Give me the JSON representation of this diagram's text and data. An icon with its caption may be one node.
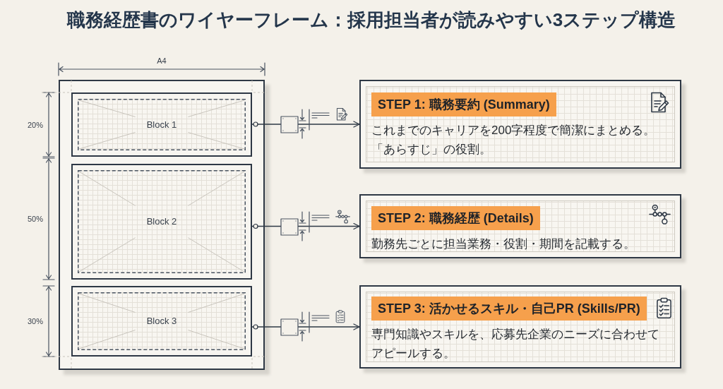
{
  "diagram": {
    "title": "職務経歴書のワイヤーフレーム：採用担当者が読みやすい3ステップ構造",
    "nodes": [
      {
        "text": [],
        "shape": "box"
      },
      {
        "text": [
          "Block 1"
        ],
        "in": 0
      },
      {
        "text": [
          "Block 2"
        ],
        "in": 0
      },
      {
        "text": [
          "Block 3"
        ],
        "in": 0
      },
      {
        "text": [
          "STEP 1: 職務要約 (Summary)",
          "これまでのキャリアを200字程度で簡潔にまとめる。「あらすじ」の役割。"
        ]
      },
      {
        "text": [
          "STEP 2: 職務経歴 (Details)",
          "勤務先ごとに担当業務・役割・期間を記載する。"
        ]
      },
      {
        "text": [
          "STEP 3: 活かせるスキル・自己PR (Skills/PR)",
          "専門知識やスキルを、応募先企業のニーズに合わせてアピールする。"
        ]
      }
    ],
    "edges": [
      {
        "from": 1,
        "to": 4,
        "arrow": "to"
      },
      {
        "from": 2,
        "to": 5,
        "arrow": "to"
      },
      {
        "from": 3,
        "to": 6,
        "arrow": "to"
      }
    ],
    "labels": [
      "A4",
      "20%",
      "50%",
      "30%"
    ]
  }
}
